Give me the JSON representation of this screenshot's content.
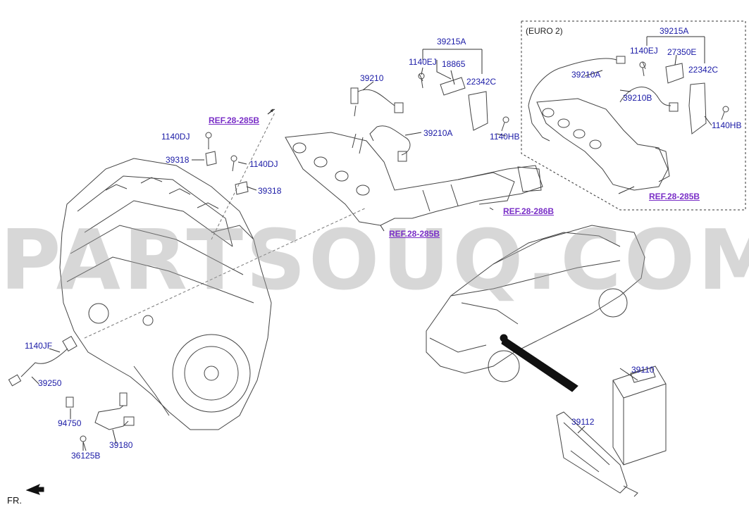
{
  "watermark": "PARTSOUQ.COM",
  "euro_label": "(EURO 2)",
  "fr_label": "FR.",
  "colors": {
    "part_label": "#1a1aa6",
    "ref_label": "#7a2fc7",
    "line": "#333333"
  },
  "refs": [
    {
      "text": "REF.28-285B"
    },
    {
      "text": "REF.28-286B"
    },
    {
      "text": "REF.28-285B"
    },
    {
      "text": "REF.28-285B"
    }
  ],
  "parts": [
    {
      "text": "39215A"
    },
    {
      "text": "1140EJ"
    },
    {
      "text": "18865"
    },
    {
      "text": "22342C"
    },
    {
      "text": "39210"
    },
    {
      "text": "39210A"
    },
    {
      "text": "1140HB"
    },
    {
      "text": "1140DJ"
    },
    {
      "text": "39318"
    },
    {
      "text": "1140DJ"
    },
    {
      "text": "39318"
    },
    {
      "text": "39215A"
    },
    {
      "text": "1140EJ"
    },
    {
      "text": "27350E"
    },
    {
      "text": "22342C"
    },
    {
      "text": "39210A"
    },
    {
      "text": "39210B"
    },
    {
      "text": "1140HB"
    },
    {
      "text": "39110"
    },
    {
      "text": "39112"
    },
    {
      "text": "1140JF"
    },
    {
      "text": "39250"
    },
    {
      "text": "94750"
    },
    {
      "text": "39180"
    },
    {
      "text": "36125B"
    }
  ]
}
